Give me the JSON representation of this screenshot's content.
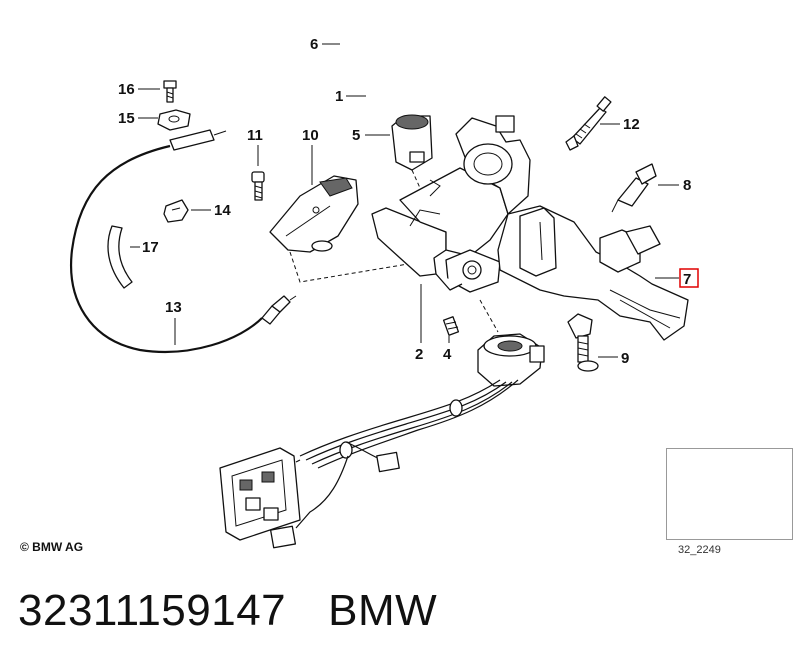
{
  "callouts": [
    "1",
    "2",
    "4",
    "5",
    "6",
    "7",
    "8",
    "9",
    "10",
    "11",
    "12",
    "13",
    "14",
    "15",
    "16",
    "17"
  ],
  "highlighted_callout": "8",
  "highlight_color": "#e00000",
  "copyright": "© BMW AG",
  "thumbnail": {
    "code": "32_2249",
    "icon": "car-location-icon"
  },
  "footer": {
    "part_number": "32311159147",
    "brand": "BMW"
  }
}
